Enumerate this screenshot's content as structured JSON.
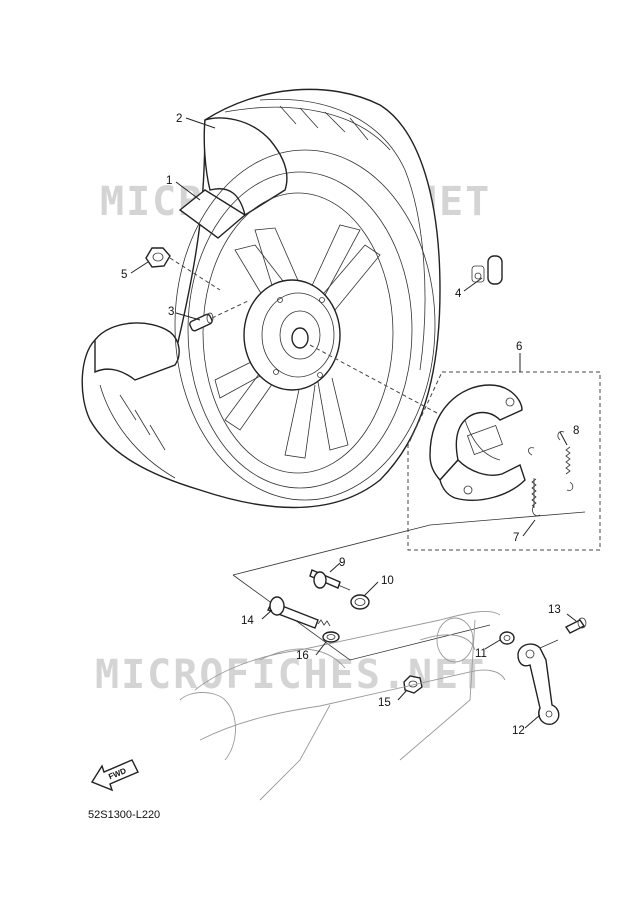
{
  "watermark": {
    "text": "MICROFICHES.NET"
  },
  "diagram_code": "52S1300-L220",
  "fwd_label": "FWD",
  "callouts": [
    {
      "id": "1",
      "text": "1"
    },
    {
      "id": "2",
      "text": "2"
    },
    {
      "id": "3",
      "text": "3"
    },
    {
      "id": "4",
      "text": "4"
    },
    {
      "id": "5",
      "text": "5"
    },
    {
      "id": "6",
      "text": "6"
    },
    {
      "id": "7",
      "text": "7"
    },
    {
      "id": "8",
      "text": "8"
    },
    {
      "id": "9",
      "text": "9"
    },
    {
      "id": "10",
      "text": "10"
    },
    {
      "id": "11",
      "text": "11"
    },
    {
      "id": "12",
      "text": "12"
    },
    {
      "id": "13",
      "text": "13"
    },
    {
      "id": "14",
      "text": "14"
    },
    {
      "id": "15",
      "text": "15"
    },
    {
      "id": "16",
      "text": "16"
    }
  ]
}
